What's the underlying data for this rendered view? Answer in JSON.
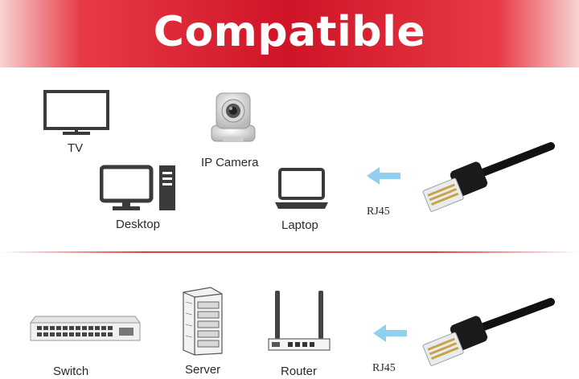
{
  "banner": {
    "title": "Compatible"
  },
  "top_section": {
    "devices": [
      {
        "label": "TV",
        "icon": "tv-icon"
      },
      {
        "label": "IP Camera",
        "icon": "ip-camera-icon"
      },
      {
        "label": "Desktop",
        "icon": "desktop-computer-icon"
      },
      {
        "label": "Laptop",
        "icon": "laptop-icon"
      }
    ],
    "connector_label": "RJ45"
  },
  "bottom_section": {
    "devices": [
      {
        "label": "Switch",
        "icon": "network-switch-icon"
      },
      {
        "label": "Server",
        "icon": "server-rack-icon"
      },
      {
        "label": "Router",
        "icon": "router-icon"
      }
    ],
    "connector_label": "RJ45"
  },
  "colors": {
    "banner_red": "#cf1427",
    "arrow_blue": "#8fd0f0",
    "divider_red": "#e04040",
    "icon_dark": "#3a3a3a"
  }
}
